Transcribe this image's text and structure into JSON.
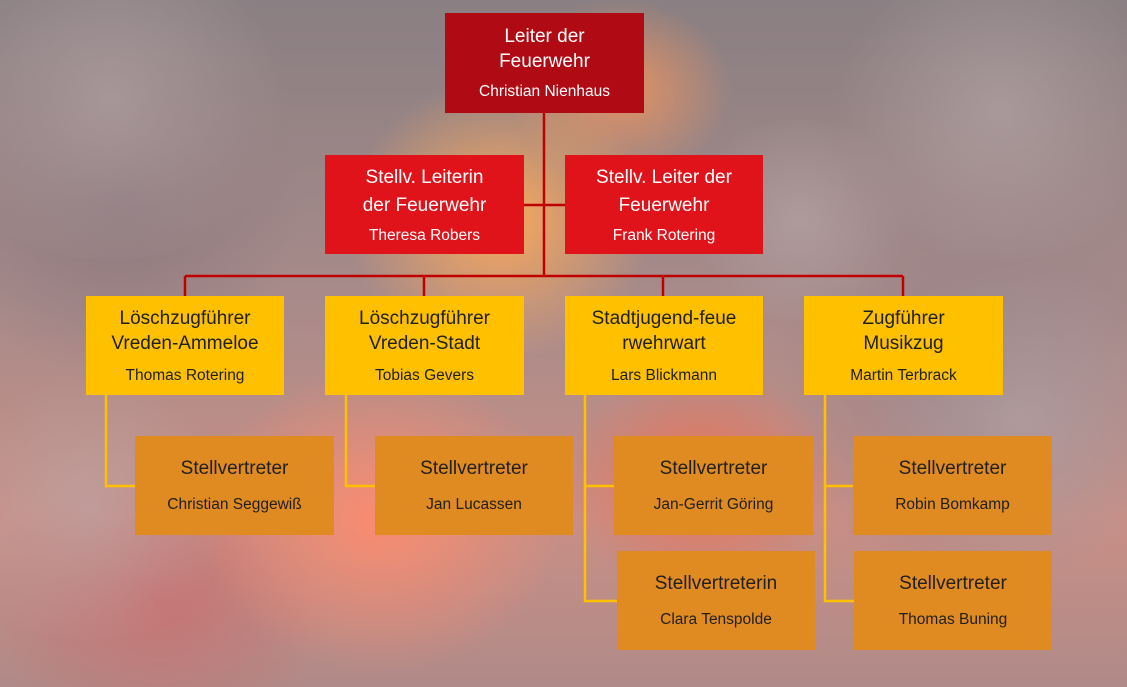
{
  "colors": {
    "leader_box": "#b00b14",
    "deputy_box": "#e0131b",
    "unit_box": "#ffc000",
    "substitute_box": "#e08b22",
    "connector_red": "#c00000",
    "connector_yellow": "#ffc000"
  },
  "org": {
    "leader": {
      "title": "Leiter der Feuerwehr",
      "name": "Christian Nienhaus"
    },
    "deputy_1": {
      "title": "Stellv. Leiterin der Feuerwehr",
      "name": "Theresa Robers"
    },
    "deputy_2": {
      "title": "Stellv. Leiter der Feuerwehr",
      "name": "Frank Rotering"
    },
    "unit_1": {
      "title": "Löschzugführer Vreden-Ammeloe",
      "name": "Thomas Rotering"
    },
    "unit_2": {
      "title": "Löschzugführer Vreden-Stadt",
      "name": "Tobias Gevers"
    },
    "unit_3": {
      "title": "Stadtjugend-feuerwehrwart",
      "name": "Lars Blickmann"
    },
    "unit_4": {
      "title": "Zugführer Musikzug",
      "name": "Martin Terbrack"
    },
    "sub_1": {
      "title": "Stellvertreter",
      "name": "Christian Seggewiß"
    },
    "sub_2": {
      "title": "Stellvertreter",
      "name": "Jan Lucassen"
    },
    "sub_3a": {
      "title": "Stellvertreter",
      "name": "Jan-Gerrit Göring"
    },
    "sub_3b": {
      "title": "Stellvertreterin",
      "name": "Clara Tenspolde"
    },
    "sub_4a": {
      "title": "Stellvertreter",
      "name": "Robin Bomkamp"
    },
    "sub_4b": {
      "title": "Stellvertreter",
      "name": "Thomas Buning"
    }
  }
}
